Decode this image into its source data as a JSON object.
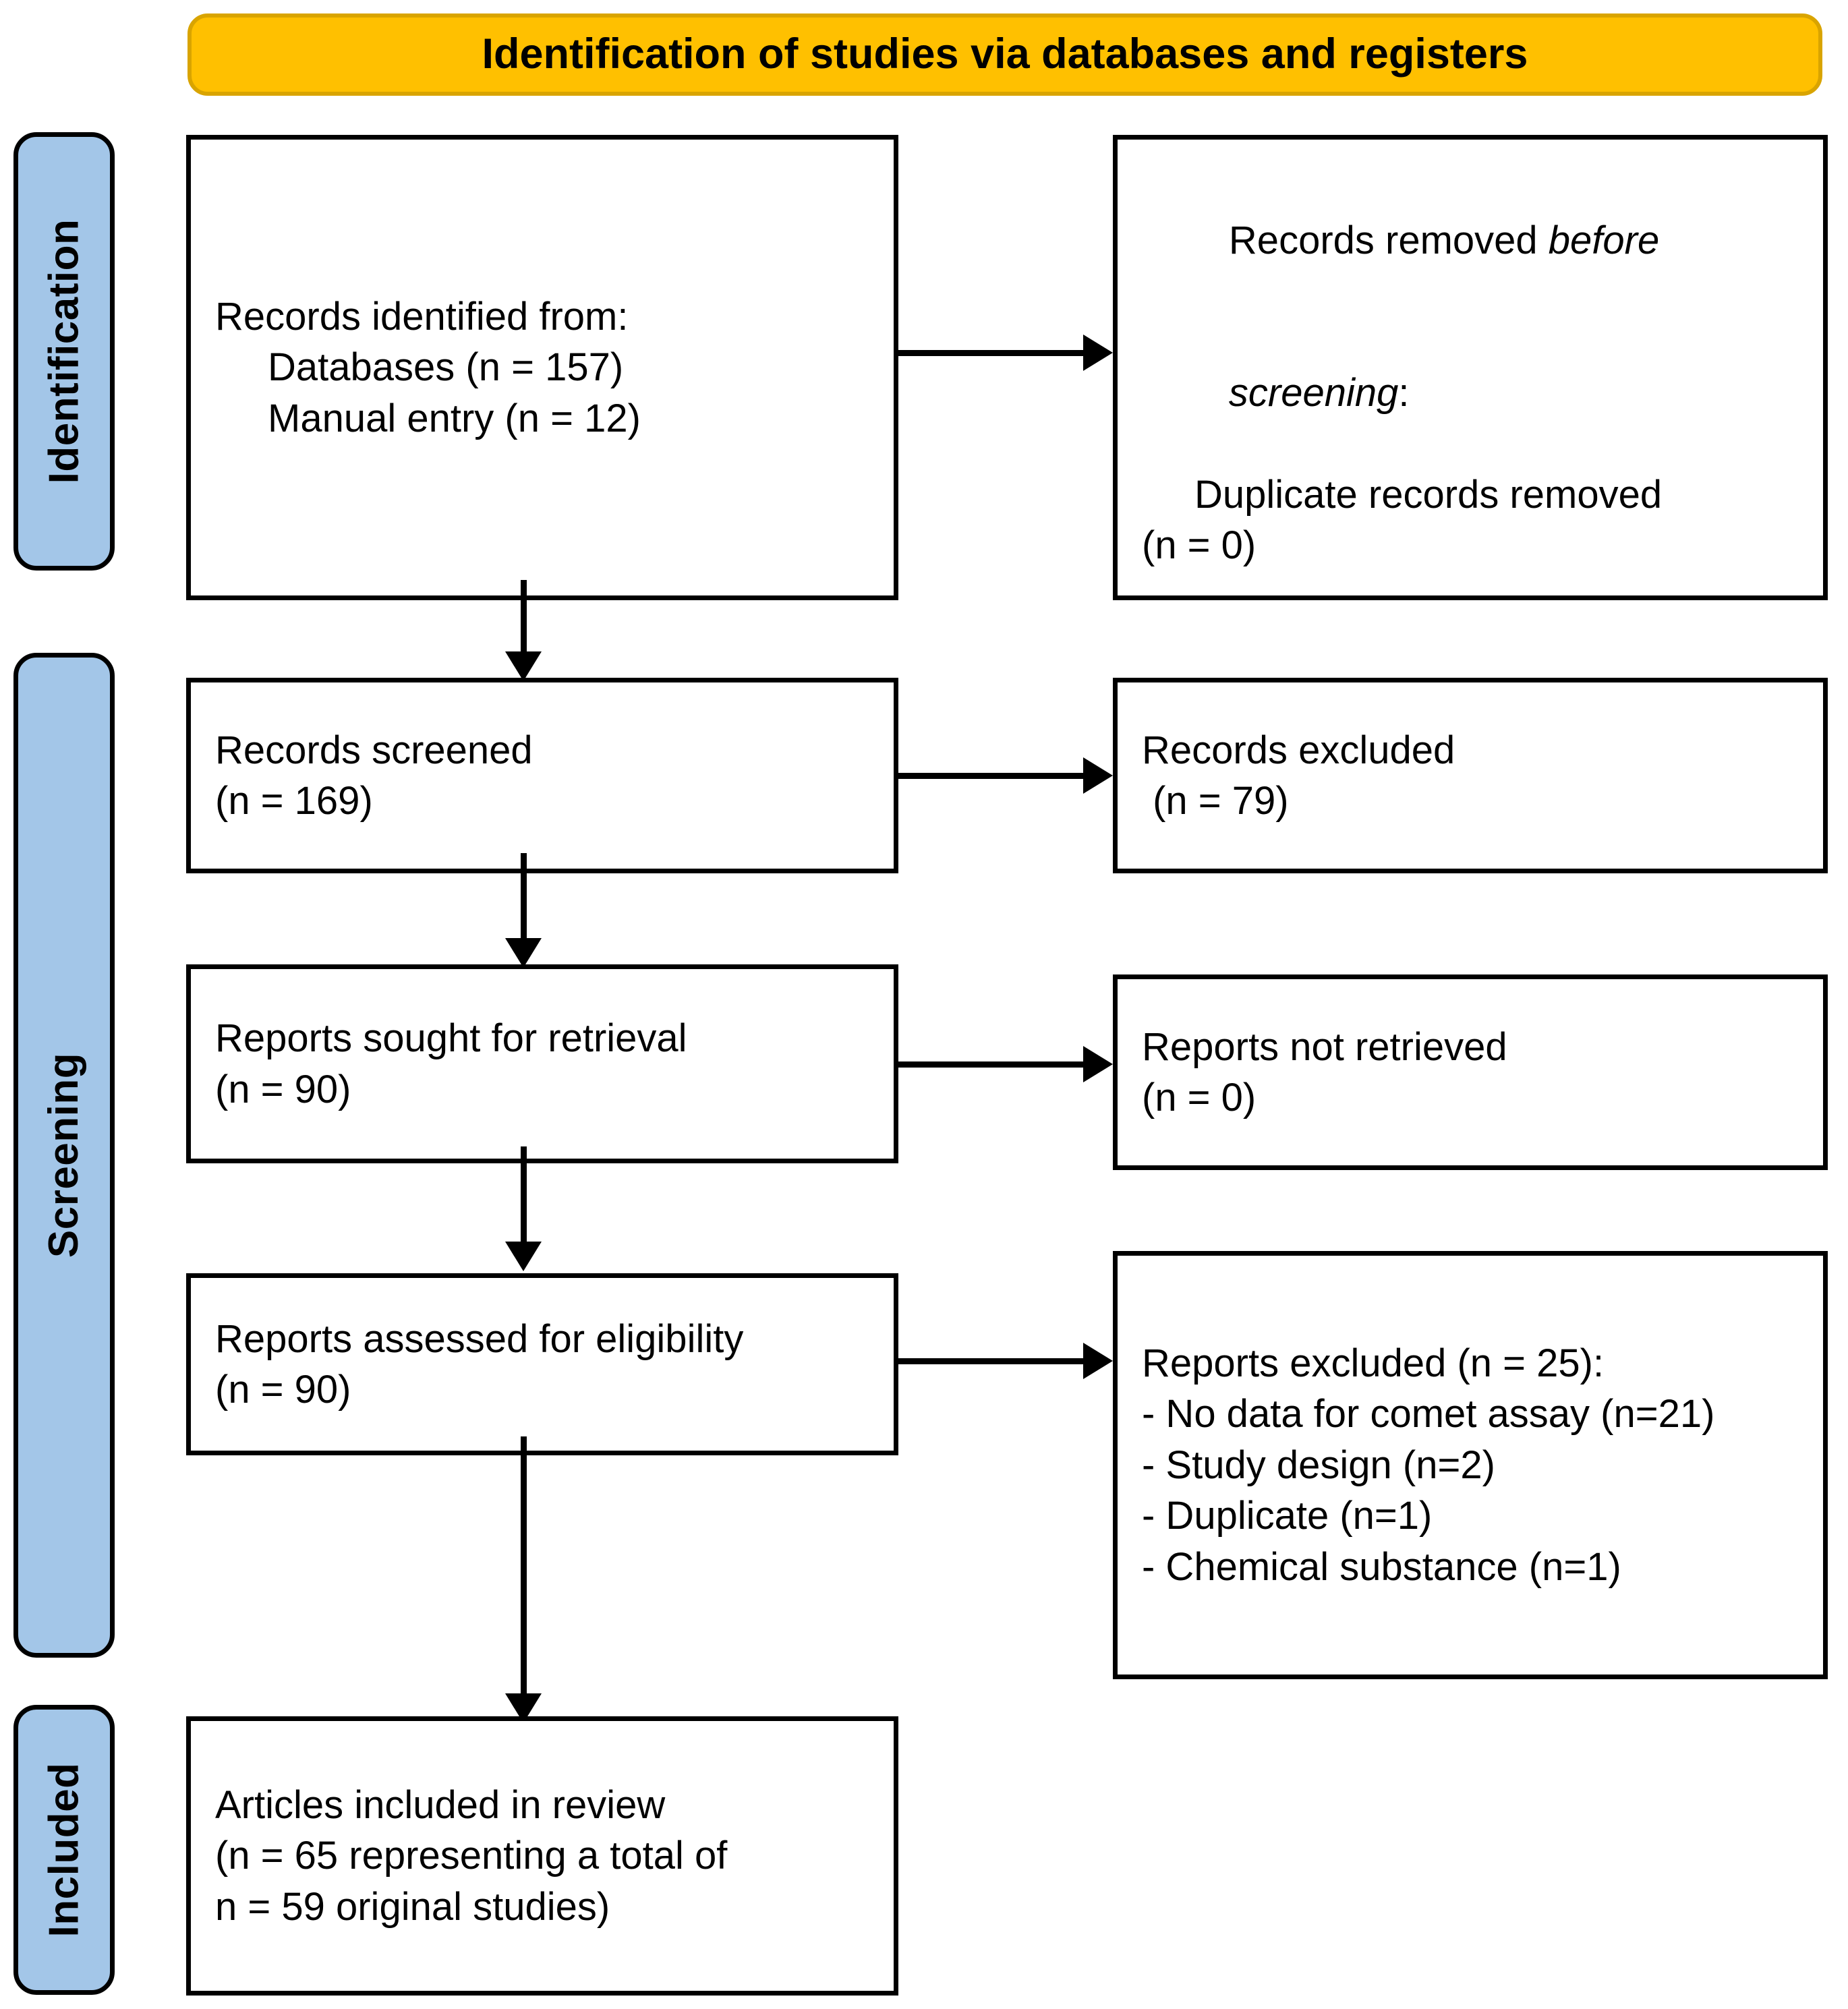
{
  "diagram": {
    "type": "prisma-flow-diagram",
    "banner": {
      "title": "Identification of studies via databases and registers",
      "color": "#FFC000"
    },
    "stage_color": "#A3C6E8",
    "stages": [
      {
        "id": "identification",
        "label": "Identification"
      },
      {
        "id": "screening",
        "label": "Screening"
      },
      {
        "id": "included",
        "label": "Included"
      }
    ],
    "boxes": {
      "records_identified": {
        "lines": [
          {
            "text": "Records identified from:",
            "indent": false
          },
          {
            "text": "Databases (n = 157)",
            "indent": true
          },
          {
            "text": "Manual entry (n = 12)",
            "indent": true
          }
        ]
      },
      "records_removed": {
        "lines": [
          {
            "text": "Records removed ",
            "italic_tail": "before",
            "indent": false
          },
          {
            "italic_text": "screening",
            "text": ":",
            "indent": false
          },
          {
            "text": "Duplicate records removed",
            "indent": true
          },
          {
            "text": "(n = 0)",
            "indent": false
          }
        ]
      },
      "records_screened": {
        "lines": [
          {
            "text": "Records screened",
            "indent": false
          },
          {
            "text": "(n = 169)",
            "indent": false
          }
        ]
      },
      "records_excluded": {
        "lines": [
          {
            "text": "Records excluded",
            "indent": false
          },
          {
            "text": " (n = 79)",
            "indent": false
          }
        ]
      },
      "reports_sought": {
        "lines": [
          {
            "text": "Reports sought for retrieval",
            "indent": false
          },
          {
            "text": "(n = 90)",
            "indent": false
          }
        ]
      },
      "reports_not_retrieved": {
        "lines": [
          {
            "text": "Reports not retrieved",
            "indent": false
          },
          {
            "text": "(n = 0)",
            "indent": false
          }
        ]
      },
      "reports_assessed": {
        "lines": [
          {
            "text": "Reports assessed for eligibility",
            "indent": false
          },
          {
            "text": "(n = 90)",
            "indent": false
          }
        ]
      },
      "reports_excluded": {
        "lines": [
          {
            "text": "Reports excluded (n = 25):",
            "indent": false
          },
          {
            "text": "- No data for comet assay (n=21)",
            "indent": false
          },
          {
            "text": "- Study design (n=2)",
            "indent": false
          },
          {
            "text": "- Duplicate (n=1)",
            "indent": false
          },
          {
            "text": "- Chemical substance (n=1)",
            "indent": false
          }
        ]
      },
      "articles_included": {
        "lines": [
          {
            "text": "Articles included in review",
            "indent": false
          },
          {
            "text": "(n = 65 representing a total of",
            "indent": false
          },
          {
            "text": "n = 59 original studies)",
            "indent": false
          }
        ]
      }
    },
    "counts": {
      "databases": 157,
      "manual_entry": 12,
      "duplicates_removed": 0,
      "records_screened": 169,
      "records_excluded": 79,
      "reports_sought": 90,
      "reports_not_retrieved": 0,
      "reports_assessed": 90,
      "reports_excluded_total": 25,
      "excluded_no_comet_data": 21,
      "excluded_study_design": 2,
      "excluded_duplicate": 1,
      "excluded_chemical_substance": 1,
      "articles_included": 65,
      "original_studies": 59
    }
  }
}
